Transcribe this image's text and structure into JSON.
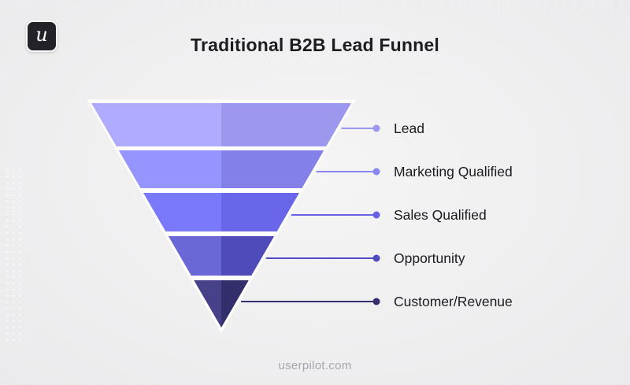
{
  "logo": {
    "letter": "u"
  },
  "header": {
    "title": "Traditional B2B Lead Funnel"
  },
  "footer": {
    "text": "userpilot.com"
  },
  "colors": {
    "background": "#ebeaec",
    "funnel_backing": "#ffffff",
    "title_text": "#1d1c21",
    "label_text": "#1a1a20",
    "footer_text": "#a6a5ad",
    "logo_background": "#232228",
    "logo_letter": "#ffffff"
  },
  "chart_data": {
    "type": "funnel",
    "orientation": "inverted",
    "title": "Traditional B2B Lead Funnel",
    "callouts_position": "right",
    "stages": [
      {
        "label": "Lead",
        "fill_left": "#afabfd",
        "fill_right": "#9b98ee",
        "connector_color": "#9b97f1"
      },
      {
        "label": "Marketing Qualified",
        "fill_left": "#9694fe",
        "fill_right": "#8380ea",
        "connector_color": "#8a86ef"
      },
      {
        "label": "Sales Qualified",
        "fill_left": "#7a78fb",
        "fill_right": "#6a66e9",
        "connector_color": "#6662e3"
      },
      {
        "label": "Opportunity",
        "fill_left": "#6a67d6",
        "fill_right": "#4f4bba",
        "connector_color": "#4f4bc2"
      },
      {
        "label": "Customer/Revenue",
        "fill_left": "#464189",
        "fill_right": "#332f6d",
        "connector_color": "#332f6e"
      }
    ]
  }
}
